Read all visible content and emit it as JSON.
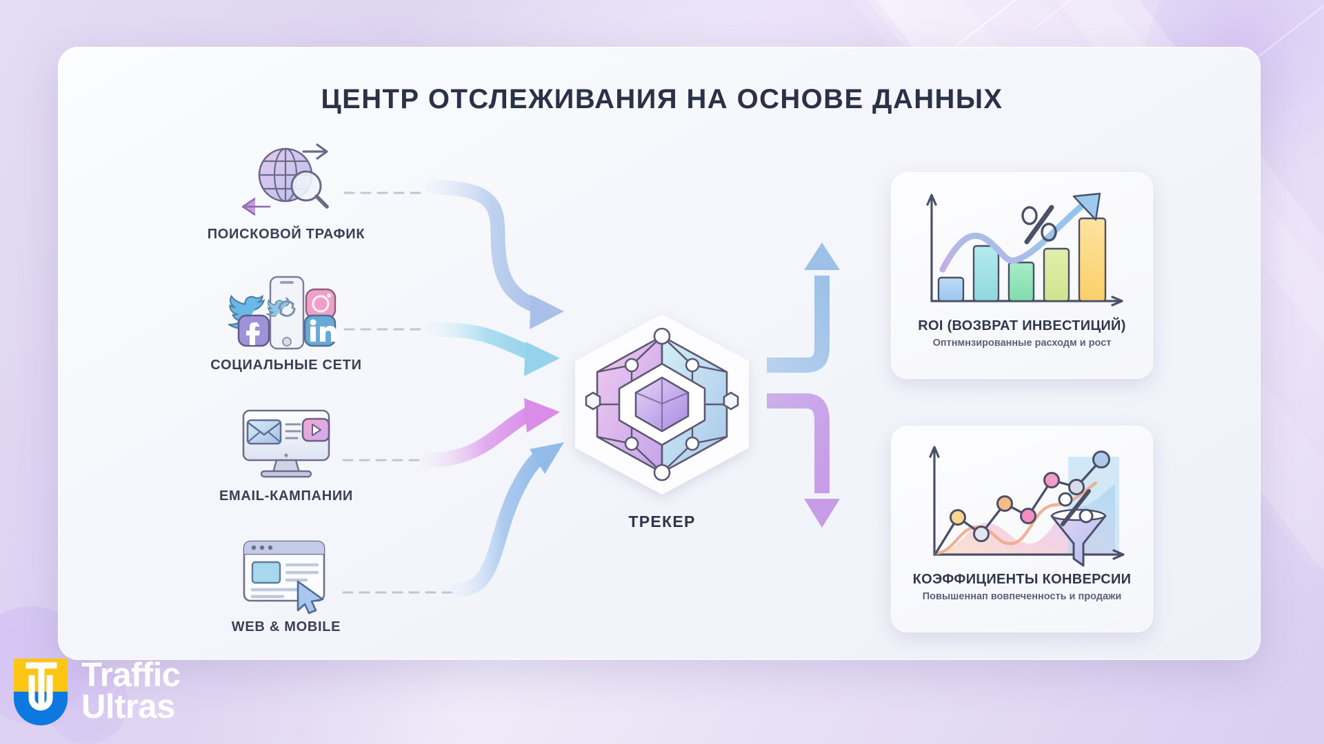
{
  "page": {
    "title": "ЦЕНТР ОТСЛЕЖИВАНИЯ НА ОСНОВЕ ДАННЫХ",
    "background_accent": "#e0d4f3",
    "card_background": "#f7f9fc",
    "title_color": "#2b3147"
  },
  "sources": [
    {
      "id": "search-traffic",
      "label": "ПОИСКОВОЙ ТРАФИК",
      "icon": "globe-magnifier-icon"
    },
    {
      "id": "social-media",
      "label": "СОЦИАЛЬНЫЕ СЕТИ",
      "icon": "social-networks-icon"
    },
    {
      "id": "email",
      "label": "EMAIL-КАМПАНИИ",
      "icon": "email-monitor-icon"
    },
    {
      "id": "web-mobile",
      "label": "WEB & MOBILE",
      "icon": "browser-cursor-icon"
    }
  ],
  "tracker": {
    "label": "ТРЕКЕР",
    "icon": "hexagon-network-icon"
  },
  "outcomes": [
    {
      "id": "roi",
      "title": "ROI (ВОЗВРАТ ИНВЕСТИЦИЙ)",
      "subtitle": "Оптнмнзированные расходм и рост",
      "icon": "bar-chart-growth-icon"
    },
    {
      "id": "conversion",
      "title": "КОЭФФИЦИЕНТЫ КОНВЕРСИИ",
      "subtitle": "Повышеннап вовпеченность и продажи",
      "icon": "line-chart-funnel-icon"
    }
  ],
  "logo": {
    "line1": "Traffic",
    "line2": "Ultras",
    "mark": "tu-monogram-icon",
    "mark_colors": {
      "top": "#fdc613",
      "bottom": "#0d78e0"
    }
  },
  "chart_data": [
    {
      "type": "bar",
      "title": "ROI (ВОЗВРАТ ИНВЕСТИЦИЙ)",
      "categories": [
        "1",
        "2",
        "3",
        "4",
        "5"
      ],
      "values": [
        22,
        52,
        37,
        50,
        78
      ],
      "bar_colors": [
        "#a8cdf0",
        "#9fdfe2",
        "#8fe0bc",
        "#d9e8a2",
        "#fcd97a"
      ],
      "trendline": "rising",
      "annotation": "%",
      "xlabel": "",
      "ylabel": "",
      "ylim": [
        0,
        100
      ],
      "grid": false,
      "legend": false
    },
    {
      "type": "line",
      "title": "КОЭФФИЦИЕНТЫ КОНВЕРСИИ",
      "x": [
        0,
        1,
        2,
        3,
        4,
        5,
        6,
        7
      ],
      "values": [
        0,
        38,
        24,
        52,
        42,
        74,
        66,
        92
      ],
      "point_colors": [
        "",
        "#f7d38d",
        "#dfe1e6",
        "#f9b87f",
        "#f28cbe",
        "#f28cbe",
        "#cfd5de",
        "#a7c2e8"
      ],
      "area_fill": "gradient-pink-blue",
      "secondary_series": {
        "name": "smooth",
        "color": "#f2ab8c"
      },
      "annotation": "%",
      "xlabel": "",
      "ylabel": "",
      "ylim": [
        0,
        100
      ],
      "grid": false,
      "legend": false
    }
  ],
  "flows": [
    {
      "from": "search-traffic",
      "to": "tracker",
      "color": "#b4c8ea"
    },
    {
      "from": "social-media",
      "to": "tracker",
      "color": "#a8d8ee"
    },
    {
      "from": "email",
      "to": "tracker",
      "color": "#dda8ea"
    },
    {
      "from": "web-mobile",
      "to": "tracker",
      "color": "#a9c9ee"
    },
    {
      "from": "tracker",
      "to": "roi",
      "color": "#a9c6e8"
    },
    {
      "from": "tracker",
      "to": "conversion",
      "color": "#c6a8e6"
    }
  ]
}
